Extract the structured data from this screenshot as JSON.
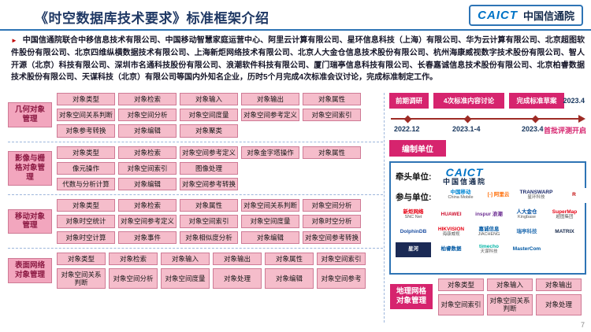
{
  "header": {
    "title": "《时空数据库技术要求》标准框架介绍",
    "logo_text": "CAICT",
    "logo_name": "中国信通院"
  },
  "intro": {
    "bullet": "►",
    "text": "中国信通院联合中移信息技术有限公司、中国移动智慧家庭运营中心、阿里云计算有限公司、星环信息科技（上海）有限公司、华为云计算有限公司、北京超图软件股份有限公司、北京四维纵横数据技术有限公司、上海新炬网络技术有限公司、北京人大金仓信息技术股份有限公司、杭州海康威视数字技术股份有限公司、智人开源（北京）科技有限公司、深圳市名通科技股份有限公司、浪潮软件科技有限公司、厦门瑞亭信息科技有限公司、长春嘉诚信息技术股份有限公司、北京柏睿数据技术股份有限公司、天谋科技（北京）有限公司等国内外知名企业，历时5个月完成4次标准会议讨论，完成标准制定工作。"
  },
  "groups": {
    "geometry": {
      "label": "几何对象管理",
      "rows": [
        [
          "对象类型",
          "对象检索",
          "对象输入",
          "对象输出",
          "对象属性"
        ],
        [
          "对象空间关系判断",
          "对象空间分析",
          "对象空间度量",
          "对象空间参考定义",
          "对象空间索引"
        ],
        [
          "对象参考转换",
          "对象编辑",
          "对象聚类"
        ]
      ]
    },
    "raster": {
      "label": "影像与栅格对象管理",
      "rows": [
        [
          "对象类型",
          "对象检索",
          "对象空间参考定义",
          "对象金字塔操作",
          "对象属性"
        ],
        [
          "像元操作",
          "对象空间索引",
          "图像处理"
        ],
        [
          "代数与分析计算",
          "对象编辑",
          "对象空间参考转换"
        ]
      ]
    },
    "moving": {
      "label": "移动对象管理",
      "rows": [
        [
          "对象类型",
          "对象检索",
          "对象属性",
          "对象空间关系判断",
          "对象空间分析"
        ],
        [
          "对象时空统计",
          "对象空间参考定义",
          "对象空间索引",
          "对象空间度量",
          "对象时空分析"
        ],
        [
          "对象时空计算",
          "对象事件",
          "对象相似度分析",
          "对象编辑",
          "对象空间参考转换"
        ]
      ]
    },
    "surface": {
      "label": "表面网络对象管理",
      "rows": [
        [
          "对象类型",
          "对象检索",
          "对象输入",
          "对象输出",
          "对象属性",
          "对象空间索引"
        ],
        [
          "对象空间关系判断",
          "对象空间分析",
          "对象空间度量",
          "对象处理",
          "对象编辑",
          "对象空间参考"
        ]
      ]
    },
    "grid": {
      "label": "地理网格对象管理",
      "rows": [
        [
          "对象类型",
          "对象输入",
          "对象输出"
        ],
        [
          "对象空间索引",
          "对象空间关系判断",
          "对象处理"
        ]
      ]
    }
  },
  "timeline": {
    "milestones": [
      {
        "label": "前期调研",
        "date": "2022.12"
      },
      {
        "label": "4次标准内容讨论",
        "date": "2023.1-4"
      },
      {
        "label": "完成标准草案",
        "date": "2023.4"
      }
    ],
    "final_date": "2023.4",
    "final_label": "首批评测开启"
  },
  "org": {
    "section_label": "编制单位",
    "lead_label": "牵头单位:",
    "lead_logo": {
      "name": "CAICT",
      "sub": "中国信通院"
    },
    "participants_label": "参与单位:",
    "row1": [
      {
        "name": "中国移动",
        "sub": "China Mobile",
        "color": "#0086D4"
      },
      {
        "name": "[-] 阿里云",
        "sub": "",
        "color": "#FF6A00"
      },
      {
        "name": "TRANSWARP",
        "sub": "星环科技",
        "color": "#1B2A6B"
      },
      {
        "name": "R",
        "sub": "",
        "color": "#C00000"
      }
    ],
    "row2": [
      {
        "name": "新炬网络",
        "sub": "SNC Net",
        "color": "#E60012"
      },
      {
        "name": "HUAWEI",
        "sub": "",
        "color": "#CE0E2D"
      },
      {
        "name": "inspur 浪潮",
        "sub": "",
        "color": "#6B2C91"
      },
      {
        "name": "人大金仓",
        "sub": "Kingbase",
        "color": "#0050A2"
      },
      {
        "name": "SuperMap",
        "sub": "超图集团",
        "color": "#E60012"
      }
    ],
    "row3": [
      {
        "name": "DolphinDB",
        "sub": "",
        "color": "#1E50A2"
      },
      {
        "name": "HIKVISION",
        "sub": "海康威视",
        "color": "#E60012"
      },
      {
        "name": "嘉诚信息",
        "sub": "JIACHENG",
        "color": "#0058A3"
      },
      {
        "name": "瑞亭科技",
        "sub": "",
        "color": "#2E74B5"
      },
      {
        "name": "MATRIX",
        "sub": "",
        "color": "#15284B"
      }
    ],
    "row4": [
      {
        "name": "星河",
        "sub": "",
        "color": "#FFFFFF",
        "bg": "#1B2A55"
      },
      {
        "name": "柏睿数据",
        "sub": "",
        "color": "#0058A3"
      },
      {
        "name": "timecho",
        "sub": "天谋科技",
        "color": "#00B3A4"
      },
      {
        "name": "MasterCom",
        "sub": "",
        "color": "#0058A3"
      }
    ]
  },
  "page_number": "7"
}
